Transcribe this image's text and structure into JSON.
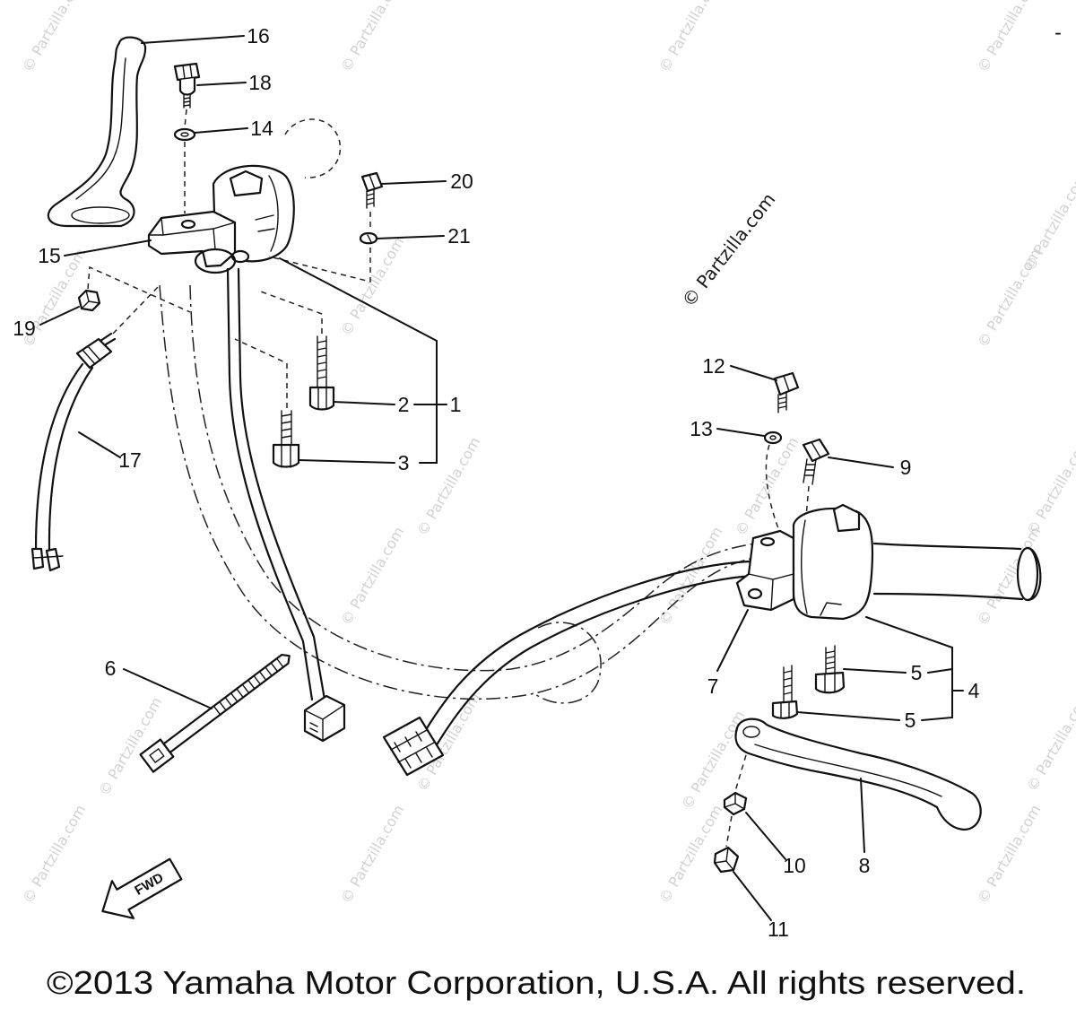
{
  "diagram": {
    "callouts": [
      "16",
      "18",
      "14",
      "20",
      "21",
      "15",
      "19",
      "2",
      "1",
      "3",
      "17",
      "12",
      "13",
      "9",
      "6",
      "7",
      "5",
      "4",
      "5",
      "8",
      "10",
      "11"
    ],
    "direction_arrow_label": "FWD",
    "watermark": "© Partzilla.com",
    "corner_mark": "-"
  },
  "footer": {
    "copyright": "©2013 Yamaha Motor Corporation, U.S.A. All rights reserved."
  },
  "colors": {
    "ink": "#111111",
    "background": "#ffffff",
    "watermark": "#d2d2d2"
  }
}
